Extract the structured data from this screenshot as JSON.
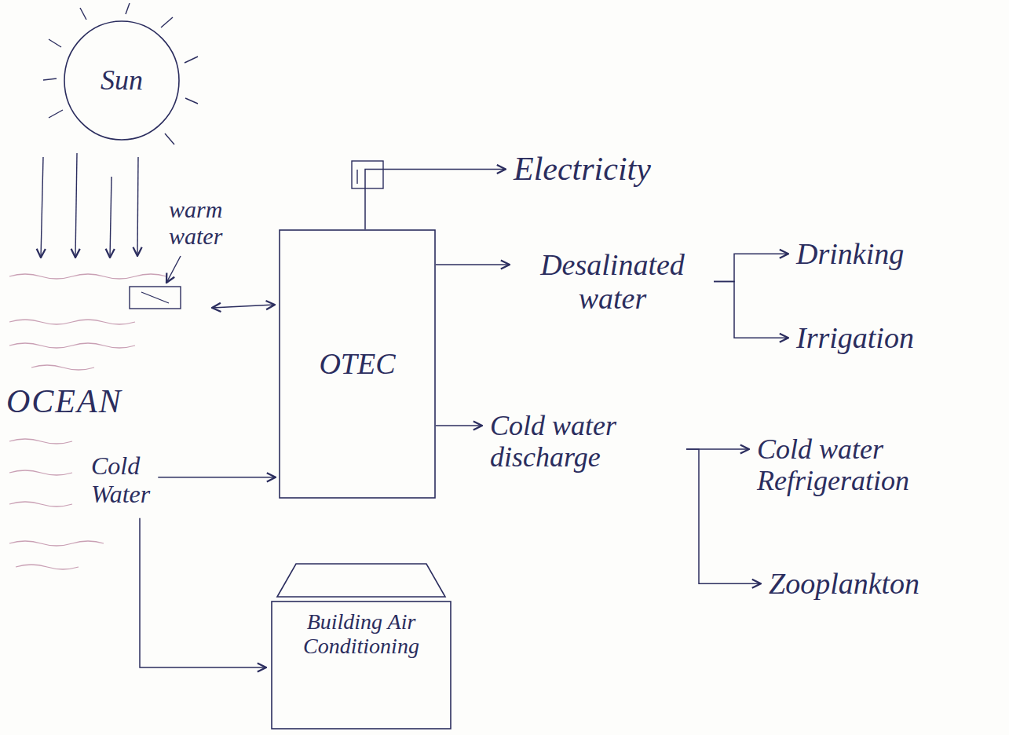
{
  "diagram": {
    "nodes": [
      {
        "text": [
          "Sun"
        ]
      },
      {
        "text": [
          "Electricity"
        ]
      },
      {
        "text": [
          "OTEC"
        ]
      },
      {
        "text": [
          "Desalinated water"
        ]
      },
      {
        "text": [
          "Drinking"
        ]
      },
      {
        "text": [
          "Irrigation"
        ]
      },
      {
        "text": [
          "Cold Water"
        ]
      },
      {
        "text": [
          "Cold water discharge"
        ]
      },
      {
        "text": [
          "Cold water Refrigeration"
        ]
      },
      {
        "text": [
          "Zooplankton"
        ]
      },
      {
        "text": [
          "Building Air Conditioning"
        ]
      }
    ],
    "edges": [
      {
        "from": 2,
        "to": 1,
        "arrow": "to"
      },
      {
        "from": 2,
        "to": 3,
        "arrow": "to"
      },
      {
        "from": 3,
        "to": 4,
        "arrow": "to"
      },
      {
        "from": 3,
        "to": 5,
        "arrow": "to"
      },
      {
        "from": 2,
        "to": 7,
        "arrow": "to"
      },
      {
        "from": 7,
        "to": 8,
        "arrow": "to"
      },
      {
        "from": 7,
        "to": 9,
        "arrow": "to"
      },
      {
        "from": 6,
        "to": 2,
        "arrow": "to"
      },
      {
        "from": 6,
        "to": 10,
        "arrow": "to"
      }
    ],
    "labels": [
      "warm water",
      "OCEAN"
    ]
  }
}
